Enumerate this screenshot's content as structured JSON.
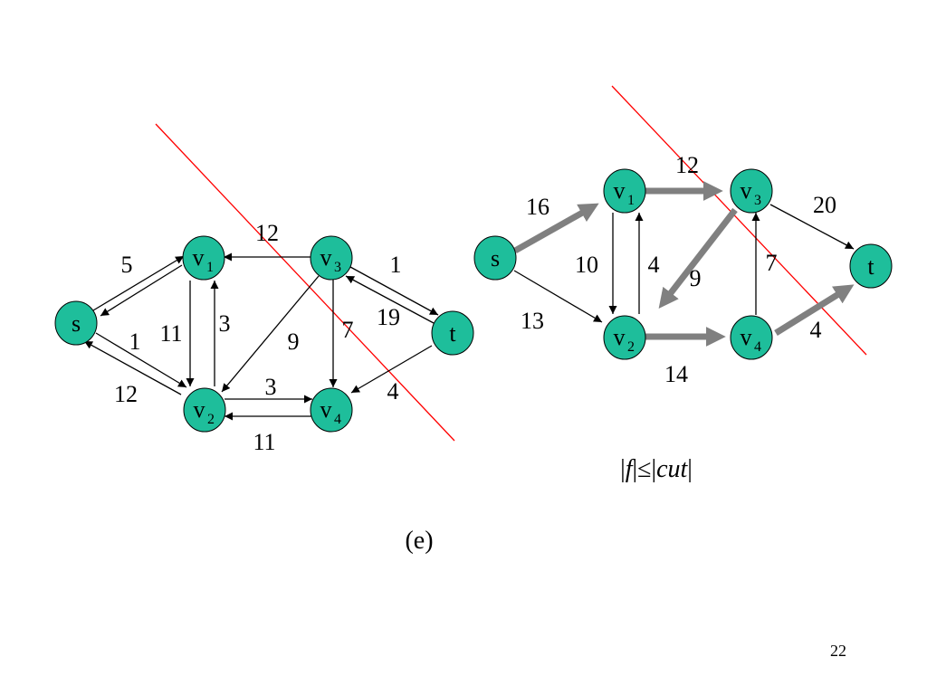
{
  "colors": {
    "node_fill": "#1ebe9b",
    "node_stroke": "#000000",
    "cut_line": "#ff0000",
    "thin_edge": "#000000",
    "thick_edge": "#808080"
  },
  "left_graph": {
    "nodes": {
      "s": "s",
      "v1": "v",
      "v1_sub": "1",
      "v2": "v",
      "v2_sub": "2",
      "v3": "v",
      "v3_sub": "3",
      "v4": "v",
      "v4_sub": "4",
      "t": "t"
    },
    "labels": {
      "s_v1": "5",
      "v2_s": "1",
      "s_v2": "12",
      "v1_v2": "11",
      "v2_v1": "3",
      "v3_v1": "12",
      "v3_t": "1",
      "t_v3": "19",
      "v3_v2": "9",
      "v3_v4": "7",
      "v2_v4": "3",
      "v4_v2": "11",
      "t_v4": "4"
    }
  },
  "right_graph": {
    "nodes": {
      "s": "s",
      "v1": "v",
      "v1_sub": "1",
      "v2": "v",
      "v2_sub": "2",
      "v3": "v",
      "v3_sub": "3",
      "v4": "v",
      "v4_sub": "4",
      "t": "t"
    },
    "labels": {
      "s_v1": "16",
      "s_v2": "13",
      "v1_v3": "12",
      "v1_v2": "10",
      "v2_v1": "4",
      "v3_v2": "9",
      "v4_v3": "7",
      "v3_t": "20",
      "v2_v4": "14",
      "v4_t": "4"
    },
    "formula": {
      "bar1": "|",
      "f": "f",
      "bar2": "|",
      "leq": "≤",
      "bar3": "|",
      "cut": "cut",
      "bar4": "|"
    }
  },
  "caption": "(e)",
  "page_number": "22"
}
